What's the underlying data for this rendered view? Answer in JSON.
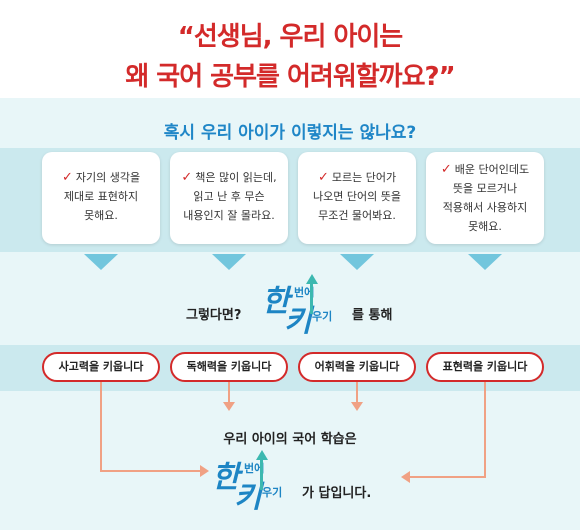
{
  "headline": {
    "line1": "“선생님, 우리 아이는",
    "line2": "왜 국어 공부를 어려워할까요?”"
  },
  "question": "혹시 우리 아이가 이렇지는 않나요?",
  "cards": [
    {
      "line1": "자기의 생각을",
      "line2": "제대로 표현하지",
      "line3": "못해요.",
      "line4": ""
    },
    {
      "line1": "책은 많이 읽는데,",
      "line2": "읽고 난 후 무슨",
      "line3": "내용인지 잘 몰라요.",
      "line4": ""
    },
    {
      "line1": "모르는 단어가",
      "line2": "나오면 단어의 뜻을",
      "line3": "무조건 물어봐요.",
      "line4": ""
    },
    {
      "line1": "배운 단어인데도",
      "line2": "뜻을 모르거나",
      "line3": "적용해서 사용하지",
      "line4": "못해요."
    }
  ],
  "then_text": {
    "pre": "그렇다면?",
    "post": "를 통해"
  },
  "logo": {
    "han": "한",
    "beon": "번에",
    "ki": "키",
    "ugi": "우기"
  },
  "skills": [
    "사고력을 키웁니다",
    "독해력을 키웁니다",
    "어휘력을 키웁니다",
    "표현력을 키웁니다"
  ],
  "result_text": "우리 아이의 국어 학습은",
  "final_text": "가 답입니다.",
  "colors": {
    "headline": "#d32a2a",
    "question": "#1f86c7",
    "band": "#e8f6f8",
    "strip": "#cbe9ee",
    "arrow": "#72c6dd",
    "connector": "#f0a184",
    "pill_border": "#d32a2a"
  }
}
